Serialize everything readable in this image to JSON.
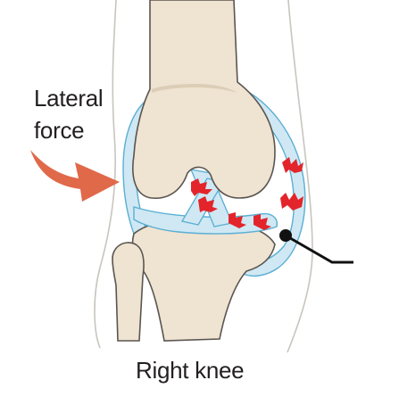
{
  "labels": {
    "force_line1": "Lateral",
    "force_line2": "force",
    "caption": "Right knee"
  },
  "colors": {
    "bone": "#efe3d1",
    "bone_shadow": "#dccdb6",
    "ligament": "#cfe8f3",
    "ligament_outline": "#5aaed3",
    "outline": "#5a5551",
    "skin": "#c9c4bf",
    "tear": "#e3242b",
    "arrow": "#e0694a",
    "pointer": "#111111"
  },
  "icons": [
    "lateral-force-arrow",
    "tear-marks",
    "pointer-line"
  ]
}
